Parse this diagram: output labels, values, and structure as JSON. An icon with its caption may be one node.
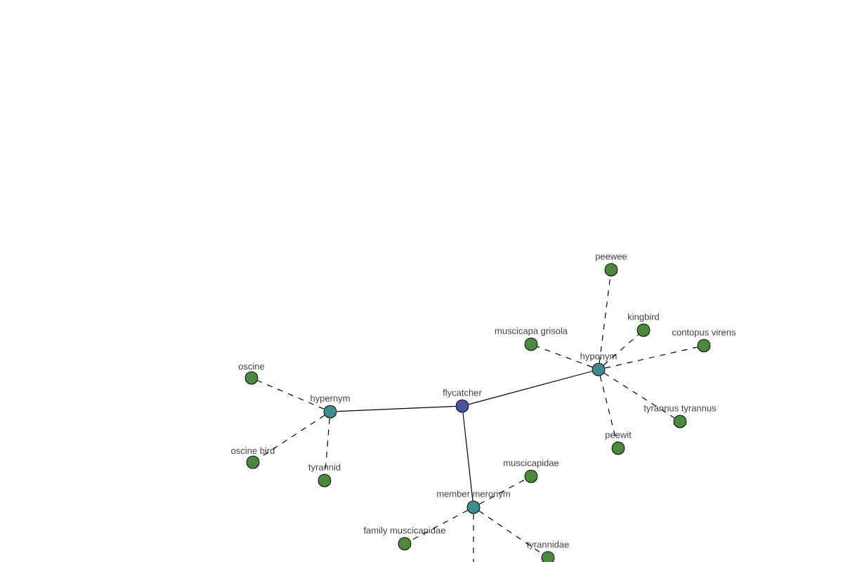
{
  "diagram": {
    "nodes": [
      {
        "text": [
          "flycatcher"
        ]
      },
      {
        "text": [
          "hypernym"
        ]
      },
      {
        "text": [
          "hyponym"
        ]
      },
      {
        "text": [
          "member meronym"
        ]
      },
      {
        "text": [
          "oscine"
        ]
      },
      {
        "text": [
          "oscine bird"
        ]
      },
      {
        "text": [
          "tyrannid"
        ]
      },
      {
        "text": [
          "peewee"
        ]
      },
      {
        "text": [
          "muscicapa grisola"
        ]
      },
      {
        "text": [
          "kingbird"
        ]
      },
      {
        "text": [
          "contopus virens"
        ]
      },
      {
        "text": [
          "tyrannus tyrannus"
        ]
      },
      {
        "text": [
          "peewit"
        ]
      },
      {
        "text": [
          "muscicapidae"
        ]
      },
      {
        "text": [
          "family muscicapidae"
        ]
      },
      {
        "text": [
          "tyrannidae"
        ]
      }
    ],
    "edges": [
      {
        "from": 0,
        "to": 1,
        "arrow": "none"
      },
      {
        "from": 0,
        "to": 2,
        "arrow": "none"
      },
      {
        "from": 0,
        "to": 3,
        "arrow": "none"
      },
      {
        "from": 1,
        "to": 4,
        "arrow": "none",
        "style": "dashed"
      },
      {
        "from": 1,
        "to": 5,
        "arrow": "none",
        "style": "dashed"
      },
      {
        "from": 1,
        "to": 6,
        "arrow": "none",
        "style": "dashed"
      },
      {
        "from": 2,
        "to": 7,
        "arrow": "none",
        "style": "dashed"
      },
      {
        "from": 2,
        "to": 8,
        "arrow": "none",
        "style": "dashed"
      },
      {
        "from": 2,
        "to": 9,
        "arrow": "none",
        "style": "dashed"
      },
      {
        "from": 2,
        "to": 10,
        "arrow": "none",
        "style": "dashed"
      },
      {
        "from": 2,
        "to": 11,
        "arrow": "none",
        "style": "dashed"
      },
      {
        "from": 2,
        "to": 12,
        "arrow": "none",
        "style": "dashed"
      },
      {
        "from": 3,
        "to": 13,
        "arrow": "none",
        "style": "dashed"
      },
      {
        "from": 3,
        "to": 14,
        "arrow": "none",
        "style": "dashed"
      },
      {
        "from": 3,
        "to": 15,
        "arrow": "none",
        "style": "dashed"
      },
      {
        "from": 3,
        "to": null,
        "arrow": "none",
        "style": "dashed"
      }
    ]
  }
}
